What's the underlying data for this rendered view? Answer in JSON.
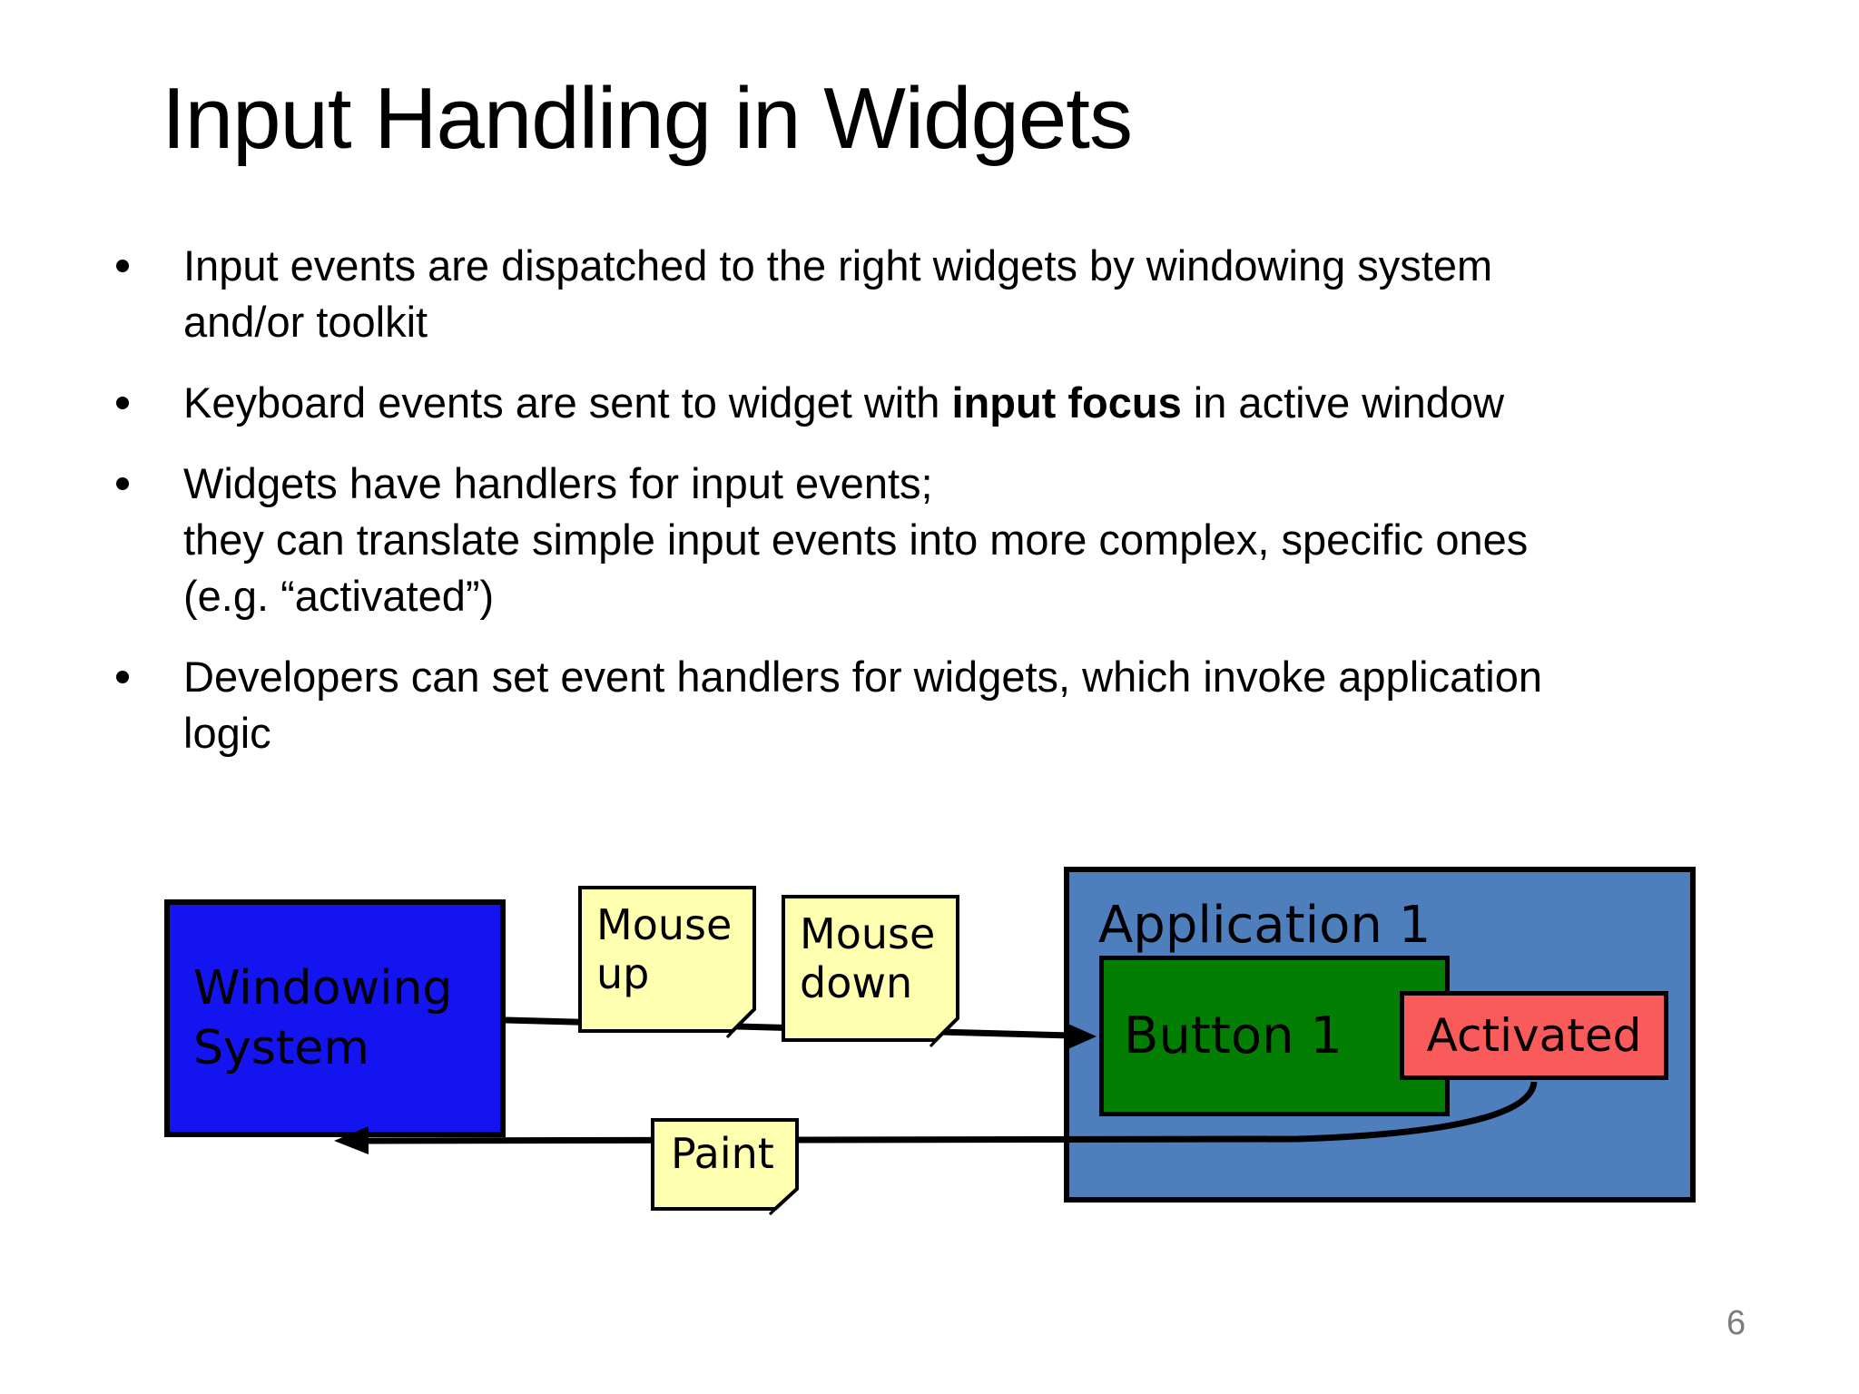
{
  "slide": {
    "title": "Input Handling in Widgets",
    "page_number": "6",
    "bullets": [
      {
        "text": "Input events are dispatched to the right widgets by windowing system\nand/or toolkit"
      },
      {
        "pre": "Keyboard events are sent to widget with ",
        "bold": "input focus",
        "post": " in active window"
      },
      {
        "text": "Widgets have handlers for input events;\nthey can translate simple input events into more complex, specific ones\n(e.g. “activated”)"
      },
      {
        "text": "Developers can set event handlers for widgets, which invoke application\nlogic"
      }
    ]
  },
  "diagram": {
    "windowing_system": {
      "label": "Windowing\nSystem",
      "fill": "#1414f0"
    },
    "application": {
      "label": "Application 1",
      "fill": "#4f7ebd"
    },
    "button": {
      "label": "Button 1",
      "fill": "#027f02"
    },
    "activated": {
      "label": "Activated",
      "fill": "#f95b5b"
    },
    "notes": {
      "fill": "#ffffb0",
      "fold_fill": "#e9e98a",
      "mouse_up": {
        "label": "Mouse\nup"
      },
      "mouse_down": {
        "label": "Mouse\ndown"
      },
      "paint": {
        "label": "Paint"
      }
    },
    "arrow_color": "#000000",
    "border_color": "#000000"
  }
}
